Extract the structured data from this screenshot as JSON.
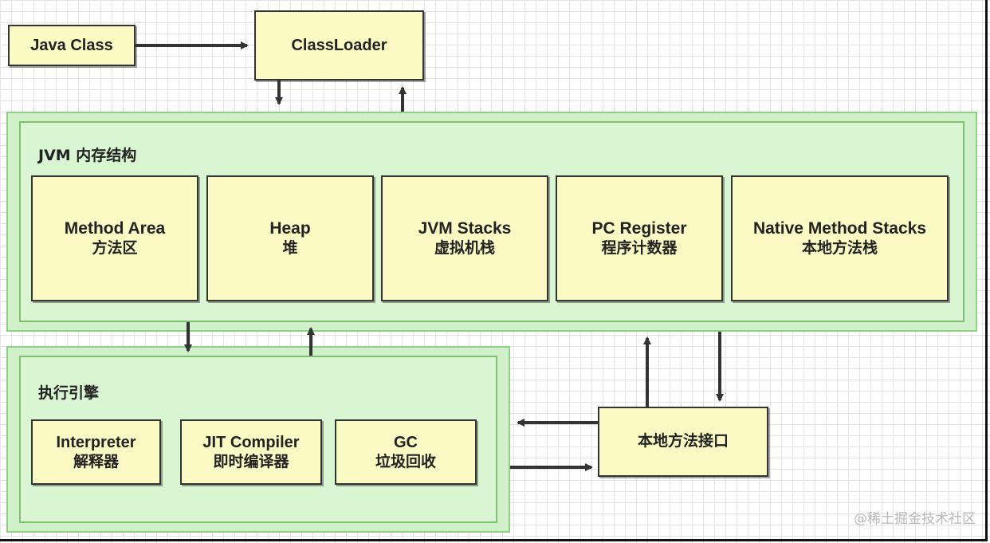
{
  "java_class": "Java Class",
  "classloader": "ClassLoader",
  "jvm_memory": {
    "title": "JVM 内存结构",
    "areas": [
      {
        "en": "Method Area",
        "zh": "方法区"
      },
      {
        "en": "Heap",
        "zh": "堆"
      },
      {
        "en": "JVM Stacks",
        "zh": "虚拟机栈"
      },
      {
        "en": "PC Register",
        "zh": "程序计数器"
      },
      {
        "en": "Native Method Stacks",
        "zh": "本地方法栈"
      }
    ]
  },
  "execution_engine": {
    "title": "执行引擎",
    "components": [
      {
        "en": "Interpreter",
        "zh": "解释器"
      },
      {
        "en": "JIT Compiler",
        "zh": "即时编译器"
      },
      {
        "en": "GC",
        "zh": "垃圾回收"
      }
    ]
  },
  "native_interface": "本地方法接口",
  "watermark": "@稀土掘金技术社区"
}
